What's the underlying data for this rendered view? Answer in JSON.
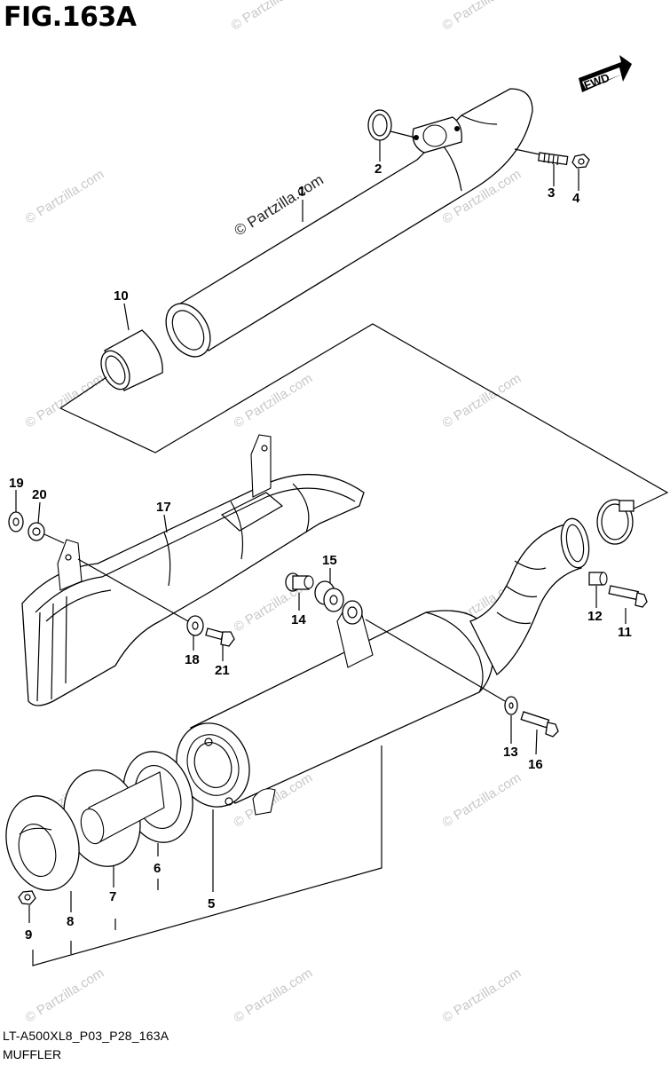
{
  "figure": {
    "title": "FIG.163A",
    "code": "LT-A500XL8_P03_P28_163A",
    "name": "MUFFLER",
    "fwd_label": "FWD"
  },
  "watermark": {
    "main": "© Partzilla.com",
    "repeat": "© Partzilla.com"
  },
  "callouts": [
    "1",
    "2",
    "3",
    "4",
    "5",
    "6",
    "7",
    "8",
    "9",
    "10",
    "11",
    "12",
    "13",
    "14",
    "15",
    "16",
    "17",
    "18",
    "19",
    "20",
    "21"
  ],
  "icons": {
    "fwd_arrow": "arrow-right-icon"
  }
}
